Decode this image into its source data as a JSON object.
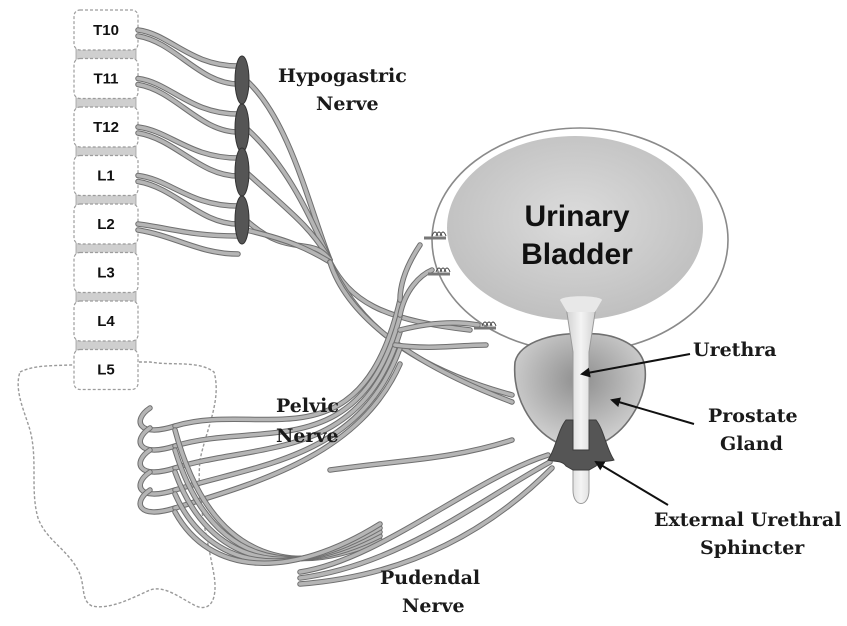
{
  "vertebrae": [
    "T10",
    "T11",
    "T12",
    "L1",
    "L2",
    "L3",
    "L4",
    "L5"
  ],
  "labels": {
    "hypogastric": [
      "Hypogastric",
      "Nerve"
    ],
    "pelvic": [
      "Pelvic",
      "Nerve"
    ],
    "pudendal": [
      "Pudendal",
      "Nerve"
    ],
    "bladder": [
      "Urinary",
      "Bladder"
    ],
    "urethra": "Urethra",
    "prostate": [
      "Prostate",
      "Gland"
    ],
    "sphincter": [
      "External Urethral",
      "Sphincter"
    ]
  },
  "colors": {
    "nerve_fill": "#b5b5b5",
    "nerve_edge": "#6f6f6f",
    "ganglion": "#555555",
    "bladder_inner": "#c8c8c8",
    "sphincter": "#5a5a5a"
  }
}
